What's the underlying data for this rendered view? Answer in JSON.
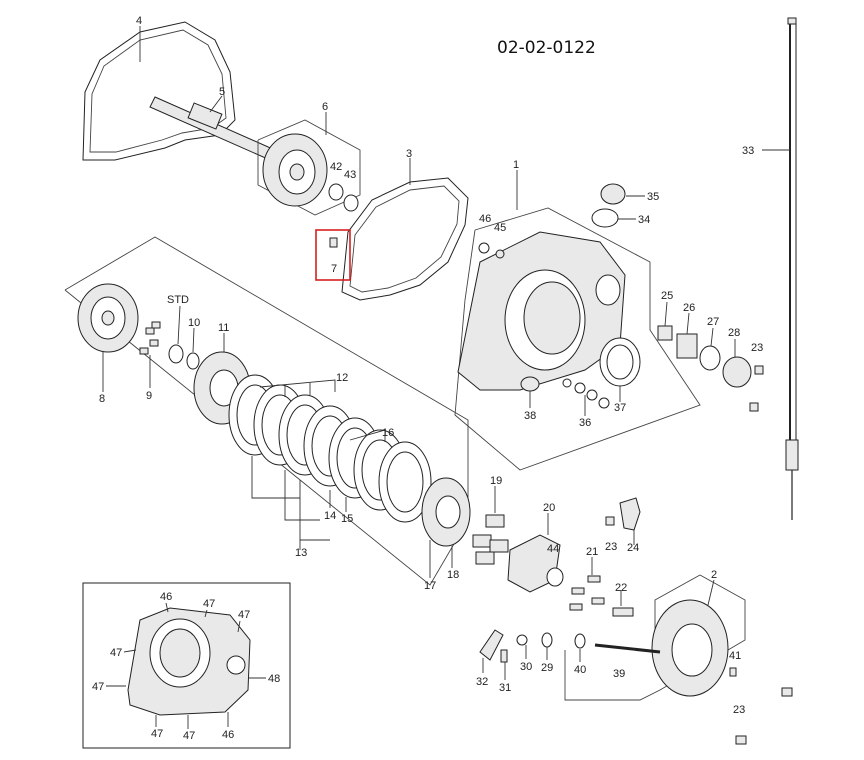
{
  "diagram": {
    "code": "02-02-0122",
    "highlight_label": "7",
    "callouts": {
      "c1": "1",
      "c2": "2",
      "c3": "3",
      "c4": "4",
      "c5": "5",
      "c6": "6",
      "c7": "7",
      "c8": "8",
      "c9": "9",
      "c10": "10",
      "c11": "11",
      "c12": "12",
      "c13": "13",
      "c14": "14",
      "c15": "15",
      "c16": "16",
      "c17": "17",
      "c18": "18",
      "c19": "19",
      "c20": "20",
      "c21": "21",
      "c22": "22",
      "c23a": "23",
      "c23b": "23",
      "c23c": "23",
      "c24": "24",
      "c25": "25",
      "c26": "26",
      "c27": "27",
      "c28": "28",
      "c29": "29",
      "c30": "30",
      "c31": "31",
      "c32": "32",
      "c33": "33",
      "c34": "34",
      "c35": "35",
      "c36": "36",
      "c37": "37",
      "c38": "38",
      "c39": "39",
      "c40": "40",
      "c41": "41",
      "c42": "42",
      "c43": "43",
      "c44": "44",
      "c45": "45",
      "c46": "46",
      "std": "STD",
      "i46a": "46",
      "i47a": "47",
      "i47b": "47",
      "i47c": "47",
      "i47d": "47",
      "i47e": "47",
      "i47f": "47",
      "i48": "48",
      "i46b": "46"
    }
  }
}
